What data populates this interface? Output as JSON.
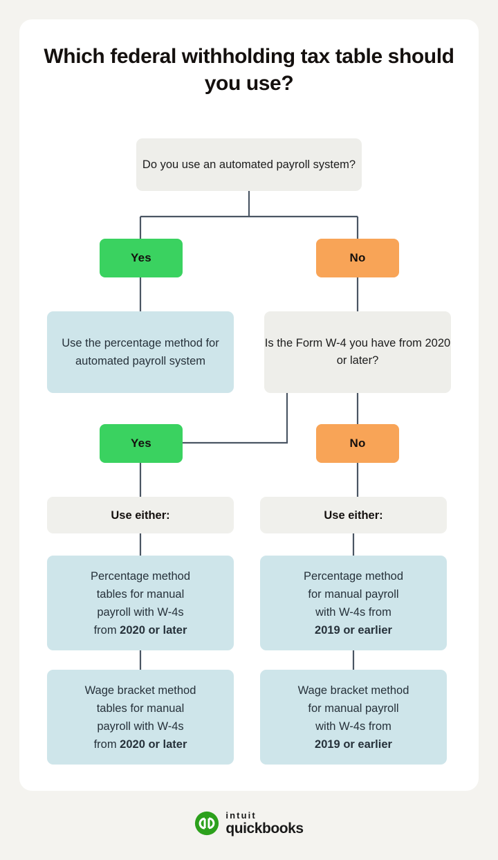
{
  "page": {
    "background_color": "#f4f3ef",
    "card_color": "#ffffff",
    "title": "Which federal withholding tax table should you use?"
  },
  "colors": {
    "yes_green": "#3ad260",
    "no_orange": "#f8a457",
    "result_blue": "#cee5ea",
    "question_grey": "#eeeeea",
    "connector": "#4a5563",
    "brand_green": "#2ca01c",
    "text_dark": "#14100e"
  },
  "flowchart": {
    "type": "decision-tree",
    "root": {
      "id": "q1",
      "label": "Do you use an automated payroll system?"
    },
    "branches": [
      {
        "id": "branch-yes-1",
        "answer": "Yes",
        "kind": "yes",
        "result": {
          "id": "r1",
          "label": "Use the percentage method for automated payroll system"
        }
      },
      {
        "id": "branch-no-1",
        "answer": "No",
        "kind": "no",
        "question": {
          "id": "q2",
          "label": "Is the Form W-4 you have from 2020 or later?"
        }
      }
    ],
    "second_level": [
      {
        "id": "branch-yes-2",
        "answer": "Yes",
        "kind": "yes",
        "heading": "Use either:",
        "options": [
          {
            "id": "opt-pct-2020",
            "line1": "Percentage method",
            "line2": "tables for manual",
            "line3": "payroll with W-4s",
            "line4_prefix": "from ",
            "line4_bold": "2020 or later"
          },
          {
            "id": "opt-wage-2020",
            "line1": "Wage bracket method",
            "line2": "tables for manual",
            "line3": "payroll with W-4s",
            "line4_prefix": "from ",
            "line4_bold": "2020 or later"
          }
        ]
      },
      {
        "id": "branch-no-2",
        "answer": "No",
        "kind": "no",
        "heading": "Use either:",
        "options": [
          {
            "id": "opt-pct-2019",
            "line1": "Percentage method",
            "line2": "for manual payroll",
            "line3": "with W-4s from",
            "line4_prefix": "",
            "line4_bold": "2019 or earlier"
          },
          {
            "id": "opt-wage-2019",
            "line1": "Wage bracket method",
            "line2": "for manual payroll",
            "line3": "with W-4s from",
            "line4_prefix": "",
            "line4_bold": "2019 or earlier"
          }
        ]
      }
    ]
  },
  "footer": {
    "logo_icon": "quickbooks-circle-qb-icon",
    "brand_line1": "intuit",
    "brand_line2": "quickbooks"
  }
}
